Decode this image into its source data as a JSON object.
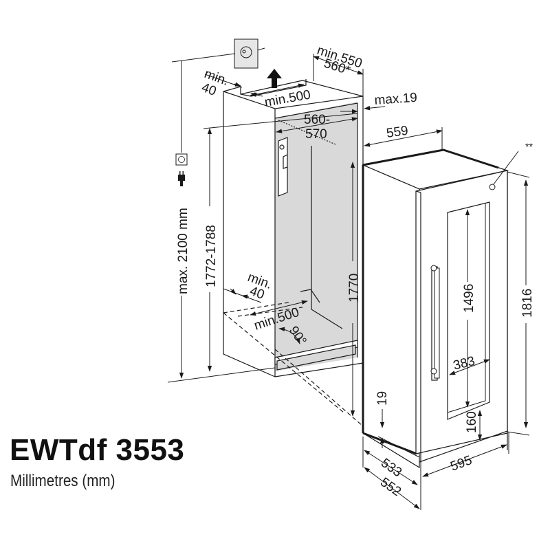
{
  "title": {
    "model": "EWTdf 3553",
    "units": "Millimetres (mm)"
  },
  "colors": {
    "line": "#1a1a1a",
    "niche_fill": "#d9d9d9",
    "socket_fill": "#e6e6e6",
    "background": "#ffffff"
  },
  "dimensions": {
    "top_vent_depth": "min.",
    "top_vent_depth_val": "40",
    "top_vent_width": "min.500",
    "niche_depth_min": "min.550",
    "niche_depth_alt": "560*",
    "niche_width_1": "560-",
    "niche_width_2": "570",
    "front_gap": "max.19",
    "appliance_depth_top": "559",
    "max_height": "max. 2100 mm",
    "niche_height": "1772-1788",
    "appliance_height_niche": "1770",
    "bottom_vent_depth": "min.",
    "bottom_vent_depth_val": "40",
    "bottom_vent_width": "min.500",
    "door_angle": "90°",
    "glass_height": "1496",
    "glass_width": "383",
    "appliance_height": "1816",
    "glass_bottom_offset": "160",
    "plinth_gap": "19",
    "appliance_depth": "533",
    "depth_with_door": "552",
    "appliance_width": "595",
    "note_marker": "**"
  },
  "icons": {
    "socket": "wall-socket-icon",
    "plug": "power-plug-icon",
    "air_arrow": "airflow-arrow-icon"
  }
}
